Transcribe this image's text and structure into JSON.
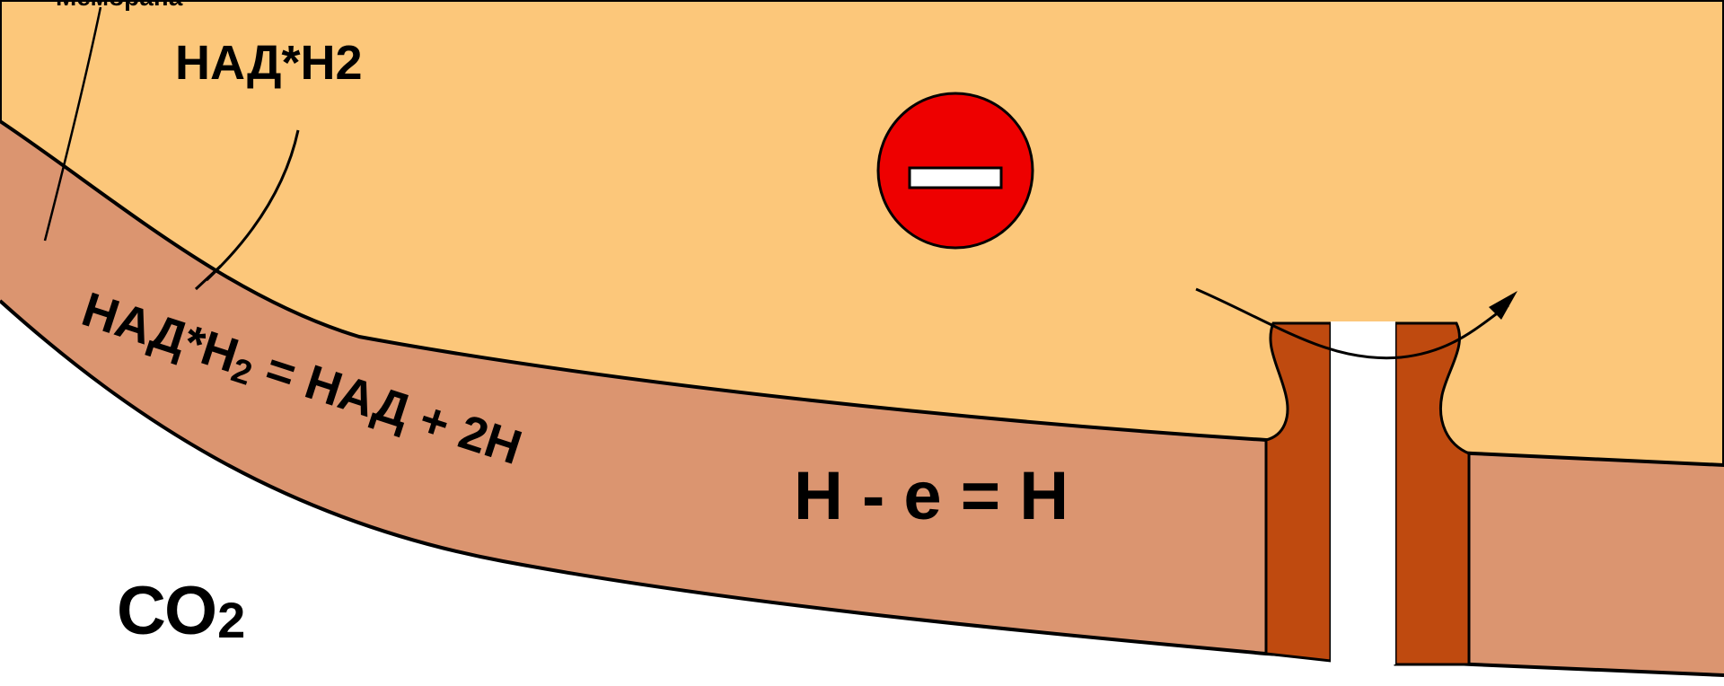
{
  "labels": {
    "membrane_label": "Мембрана",
    "nadh2": "НАД*Н2",
    "reaction_base": "НАД*Н",
    "reaction_sub": "2",
    "reaction_rest": " = НАД + 2Н",
    "electron_eq": "Н - е = Н",
    "co2_base": "СО",
    "co2_sub": "2"
  },
  "colors": {
    "cytoplasm": "#FCC77A",
    "membrane": "#DB9570",
    "outside": "#FFFFFF",
    "channel": "#BF4A0F",
    "channel_pore": "#FFFFFF",
    "ion": "#EE0000",
    "outline": "#000000"
  },
  "icons": {
    "negative_ion": "minus-circle-icon",
    "proton_flow": "curved-arrow-icon"
  }
}
